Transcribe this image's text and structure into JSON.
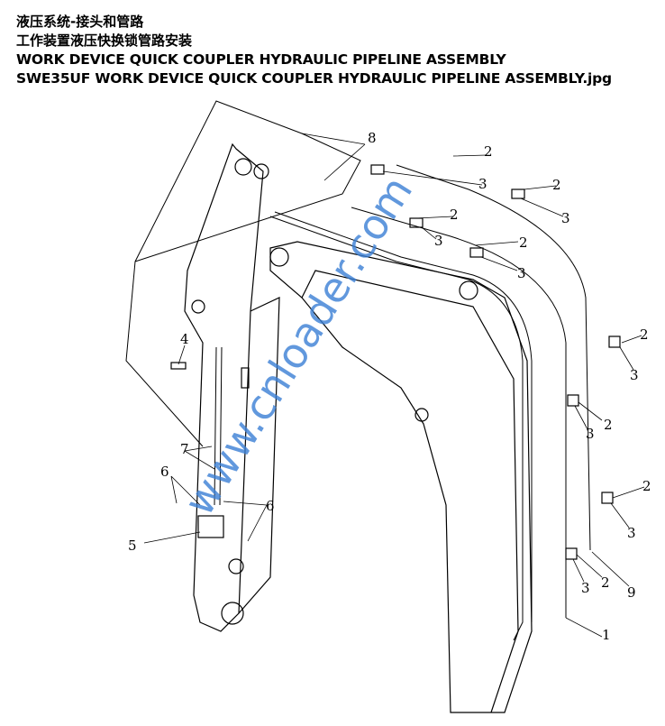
{
  "header": {
    "title_cn_1": "液压系统-接头和管路",
    "title_cn_2": "工作装置液压快换锁管路安装",
    "title_en_1": "WORK DEVICE QUICK COUPLER HYDRAULIC PIPELINE ASSEMBLY",
    "title_en_2": "SWE35UF WORK DEVICE QUICK COUPLER HYDRAULIC PIPELINE ASSEMBLY.jpg"
  },
  "watermark": "www.cnloader.com",
  "callouts": [
    "8",
    "2",
    "3",
    "2",
    "3",
    "2",
    "3",
    "2",
    "3",
    "4",
    "2",
    "3",
    "3",
    "2",
    "7",
    "6",
    "6",
    "5",
    "2",
    "3",
    "2",
    "3",
    "9",
    "1"
  ]
}
